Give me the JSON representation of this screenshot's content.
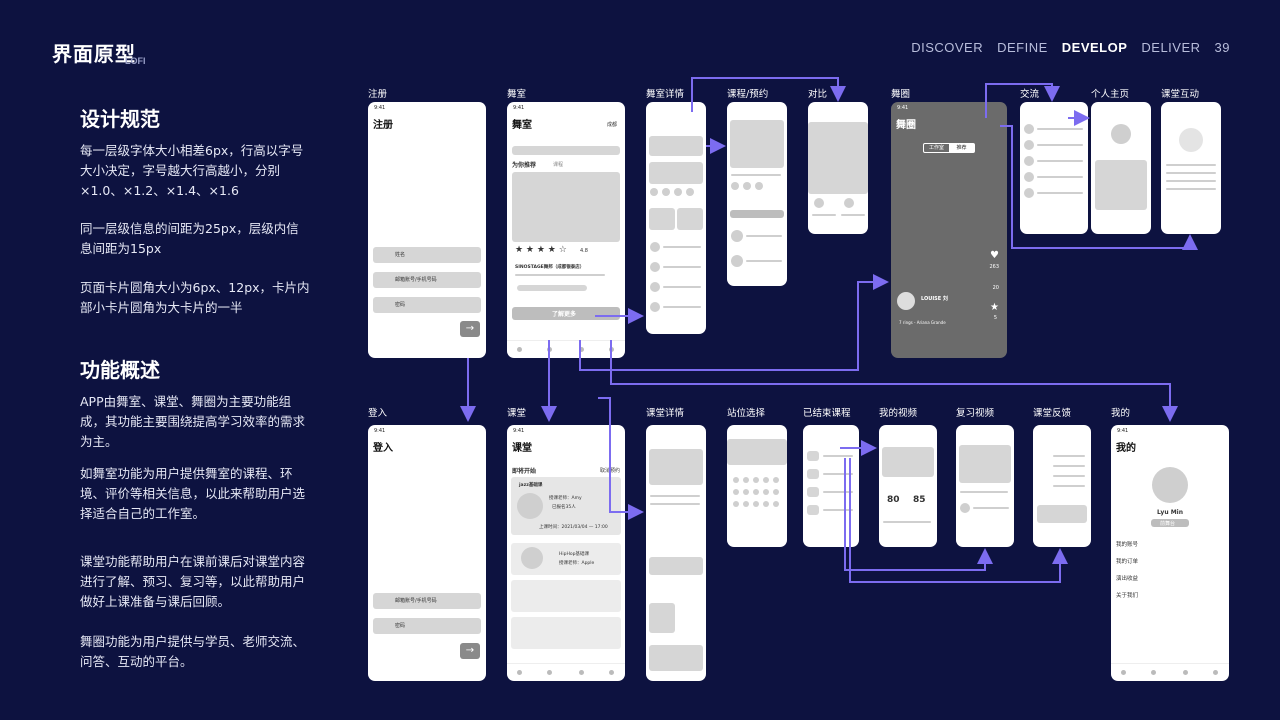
{
  "header": {
    "title": "界面原型",
    "subtitle": "LOFI",
    "nav": [
      "DISCOVER",
      "DEFINE",
      "DEVELOP",
      "DELIVER"
    ],
    "active_nav": "DEVELOP",
    "page_number": "39"
  },
  "left": {
    "design_heading": "设计规范",
    "design_p1": "每一层级字体大小相差6px，行高以字号大小决定，字号越大行高越小，分别×1.0、×1.2、×1.4、×1.6",
    "design_p2": "同一层级信息的间距为25px，层级内信息间距为15px",
    "design_p3": "页面卡片圆角大小为6px、12px，卡片内部小卡片圆角为大卡片的一半",
    "func_heading": "功能概述",
    "func_p1": "APP由舞室、课堂、舞圈为主要功能组成，其功能主要围绕提高学习效率的需求为主。",
    "func_p2": "如舞室功能为用户提供舞室的课程、环境、评价等相关信息，以此来帮助用户选择适合自己的工作室。",
    "func_p3": "课堂功能帮助用户在课前课后对课堂内容进行了解、预习、复习等，以此帮助用户做好上课准备与课后回顾。",
    "func_p4": "舞圈功能为用户提供与学员、老师交流、问答、互动的平台。"
  },
  "screens_top": [
    "注册",
    "舞室",
    "舞室详情",
    "课程/预约",
    "对比",
    "舞圈",
    "交流",
    "个人主页",
    "课堂互动"
  ],
  "screens_bottom": [
    "登入",
    "课堂",
    "课堂详情",
    "站位选择",
    "已结束课程",
    "我的视频",
    "复习视频",
    "课堂反馈",
    "我的"
  ],
  "phones": {
    "time": "9:41",
    "register": {
      "title": "注册",
      "name": "姓名",
      "email": "邮箱账号/手机号码",
      "password": "密码"
    },
    "login": {
      "title": "登入",
      "email": "邮箱账号/手机号码",
      "password": "密码"
    },
    "studio": {
      "title": "舞室",
      "city": "成都",
      "rec": "为你推荐",
      "tab2": "课程",
      "rating": "4.8",
      "name": "SINOSTAGE舞邦（成都银泰店）",
      "more": "了解更多"
    },
    "circle": {
      "title": "舞圈",
      "tab1": "工作室",
      "tab2": "推荐",
      "user": "LOUISE 刘",
      "likes": "263",
      "comments": "20",
      "stars": "5",
      "music": "7 rings - Ariana Grande"
    },
    "classroom": {
      "title": "课堂",
      "upcoming": "即将开始",
      "cancel": "取消预约",
      "course1": "jazz基础课",
      "teacher1": "授课老师：Amy",
      "count": "已报名35人",
      "time1": "上课时间：2021/03/04 — 17:00",
      "course2": "HipHop基础课",
      "teacher2": "授课老师：Apple"
    },
    "mine": {
      "title": "我的",
      "user": "Lyu Min",
      "btn": "前舞台",
      "items": [
        "我的账号",
        "我的订单",
        "演出收益",
        "关于我们"
      ]
    },
    "scores": [
      "80",
      "85"
    ]
  },
  "colors": {
    "background": "#0d1240",
    "accent": "#7c6cf0",
    "phone": "#ffffff"
  }
}
